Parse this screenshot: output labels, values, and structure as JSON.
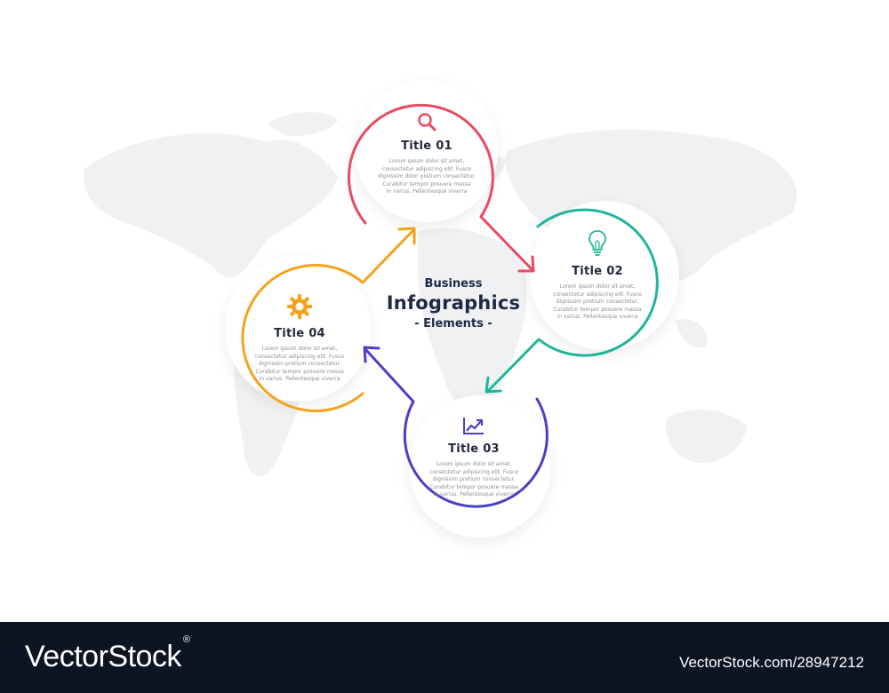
{
  "center": {
    "line1": "Business",
    "line2": "Infographics",
    "line3": "- Elements -"
  },
  "steps": [
    {
      "title": "Title 01",
      "icon": "magnifier-icon",
      "color": "#ea4a5e",
      "body": [
        "Lorem ipsum dolor sit amet,",
        "consectetur adipiscing elit. Fusce",
        "dignissim dolor pretium consectetur.",
        "Curabitur tempor posuere massa",
        "in varius. Pellentesque viverra"
      ]
    },
    {
      "title": "Title 02",
      "icon": "lightbulb-icon",
      "color": "#1fb59b",
      "body": [
        "Lorem ipsum dolor sit amet,",
        "consectetur adipiscing elit. Fusce",
        "dignissim pretium consectetur.",
        "Curabitur tempor posuere massa",
        "in varius. Pellentesque viverra"
      ]
    },
    {
      "title": "Title 03",
      "icon": "trend-chart-icon",
      "color": "#4b3fc4",
      "body": [
        "Lorem ipsum dolor sit amet,",
        "consectetur adipiscing elit. Fusce",
        "dignissim pretium consectetur.",
        "Curabitur tempor posuere massa",
        "in varius. Pellentesque viverra"
      ]
    },
    {
      "title": "Title 04",
      "icon": "gear-icon",
      "color": "#f4a21c",
      "body": [
        "Lorem ipsum dolor sit amet,",
        "consectetur adipiscing elit. Fusce",
        "dignissim pretium consectetur.",
        "Curabitur tempor posuere massa",
        "in varius. Pellentesque viverra"
      ]
    }
  ],
  "footer": {
    "brand": "VectorStock",
    "brand_mark": "®",
    "url": "VectorStock.com/28947212"
  }
}
